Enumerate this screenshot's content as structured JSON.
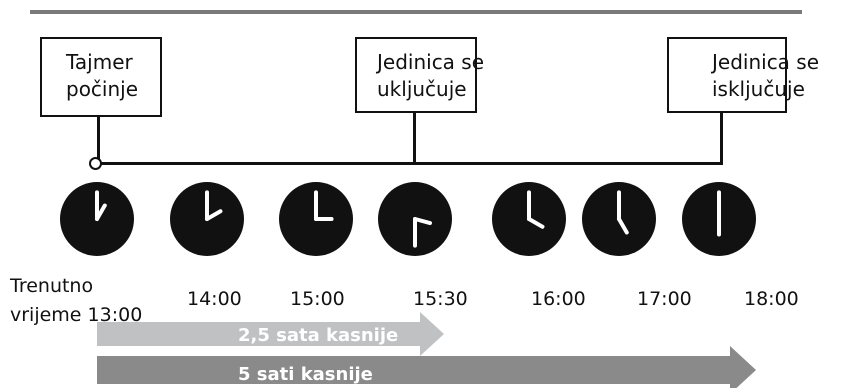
{
  "boxes": {
    "timer_start": "Tajmer\npočinje",
    "unit_on": "Jedinica se\nuključuje",
    "unit_off": "Jedinica se\nisključuje"
  },
  "current_time_label": "Trenutno\nvrijeme 13:00",
  "clock_labels": [
    "14:00",
    "15:00",
    "15:30",
    "16:00",
    "17:00",
    "18:00"
  ],
  "clocks": [
    {
      "hour": 13,
      "minute": 0
    },
    {
      "hour": 14,
      "minute": 0
    },
    {
      "hour": 15,
      "minute": 0
    },
    {
      "hour": 15,
      "minute": 30
    },
    {
      "hour": 16,
      "minute": 0
    },
    {
      "hour": 17,
      "minute": 0
    },
    {
      "hour": 18,
      "minute": 0
    }
  ],
  "arrows": {
    "delay_on": "2,5 sata kasnije",
    "delay_off": "5 sati kasnije"
  },
  "colors": {
    "clock_face": "#111111",
    "clock_hands": "#ffffff",
    "arrow_light": "#bfc1c3",
    "arrow_dark": "#8a8a8a"
  }
}
